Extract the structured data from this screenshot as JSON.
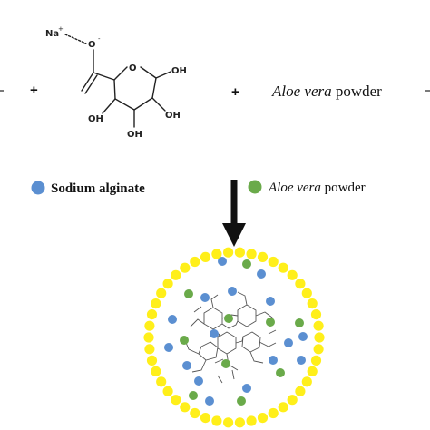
{
  "reaction": {
    "plus_1": "+",
    "plus_2": "+",
    "atoms": {
      "sodium": "Na",
      "charge_plus": "+",
      "oxygen_carbonyl": "O",
      "charge_minus": "-",
      "ring_oxygen": "O",
      "hydroxyl_1": "OH",
      "hydroxyl_2": "OH",
      "hydroxyl_3": "OH",
      "hydroxyl_4": "OH"
    },
    "aloe_italic": "Aloe vera",
    "aloe_rest": " powder"
  },
  "legend": {
    "sodium_alginate": "Sodium alginate",
    "aloe_italic": "Aloe vera",
    "aloe_rest": " powder"
  },
  "colors": {
    "alginate_dot": "#5b8fd1",
    "aloe_dot": "#6aaa4a",
    "shell_dot": "#ffef1a",
    "arrow": "#111111"
  }
}
